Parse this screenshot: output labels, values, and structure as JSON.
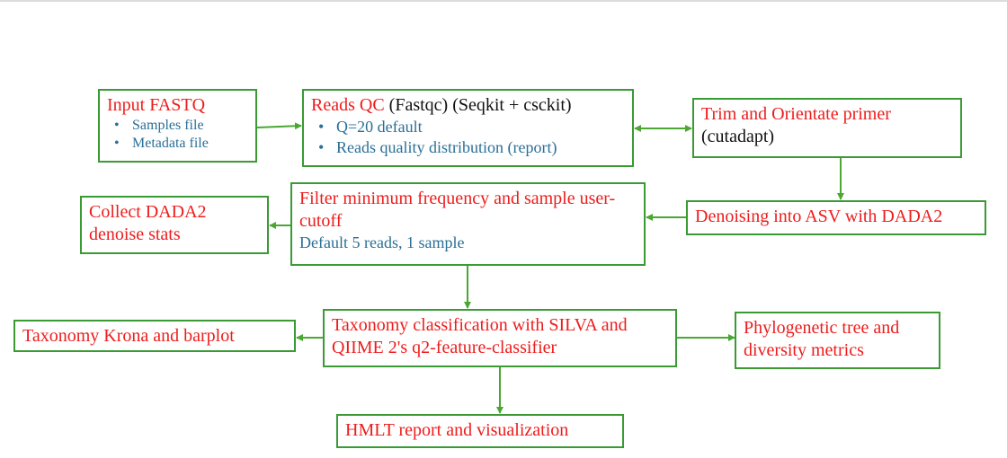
{
  "input": {
    "title": "Input FASTQ",
    "items": [
      "Samples file",
      "Metadata file"
    ]
  },
  "reads_qc": {
    "title": "Reads QC",
    "tools": "(Fastqc) (Seqkit + csckit)",
    "items": [
      "Q=20 default",
      "Reads quality distribution (report)"
    ]
  },
  "trim": {
    "title": "Trim and Orientate primer",
    "tool": "(cutadapt)"
  },
  "denoise": {
    "title": "Denoising into ASV with DADA2"
  },
  "filter": {
    "title": "Filter minimum frequency and sample user-cutoff",
    "note": "Default 5 reads, 1 sample"
  },
  "collect": {
    "title": "Collect DADA2 denoise stats"
  },
  "taxonomy": {
    "title": "Taxonomy classification with SILVA and QIIME 2's q2-feature-classifier"
  },
  "krona": {
    "title": "Taxonomy Krona and barplot"
  },
  "phylo": {
    "title": "Phylogenetic tree and diversity metrics"
  },
  "report": {
    "title": "HMLT report and visualization"
  },
  "colors": {
    "border": "#3a9a34",
    "arrow": "#4aa832",
    "title_red": "#ee1c1c",
    "note_blue": "#2a6f96"
  }
}
